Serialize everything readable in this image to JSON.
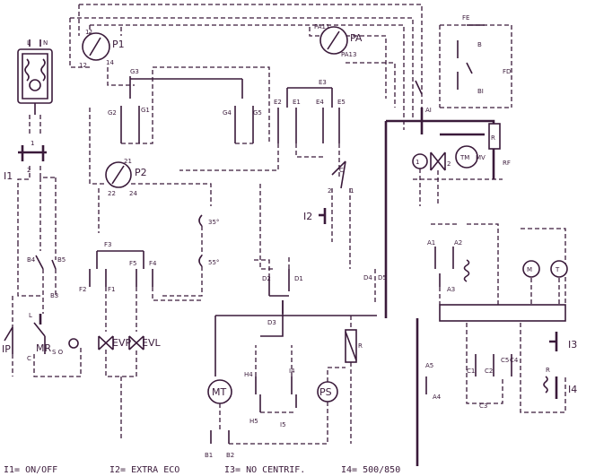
{
  "components": {
    "P1": "P1",
    "PA": "PA",
    "P2": "P2",
    "MR": "MR",
    "EVP": "EVP",
    "EVL": "EVL",
    "MT": "MT",
    "PS": "PS",
    "FE": "FE",
    "FD": "FD",
    "IP": "IP",
    "I1": "I1",
    "I2": "I2",
    "I3": "I3",
    "I4": "I4",
    "R": "R",
    "C": "C",
    "M": "M",
    "T": "T",
    "SO": "S O"
  },
  "pins": {
    "p1_11": "11",
    "p1_12": "12",
    "p1_14": "14",
    "pa_11": "PA11",
    "pa_13": "PA13",
    "p2_21": "21",
    "p2_22": "22",
    "p2_24": "24",
    "g3": "G3",
    "g2": "G2",
    "g1": "G1",
    "g4": "G4",
    "g5": "G5",
    "e3": "E3",
    "e2": "E2",
    "e1": "E1",
    "e4": "E4",
    "e5": "E5",
    "f3": "F3",
    "f2": "F2",
    "f1": "F1",
    "f5": "F5",
    "f4": "F4",
    "d2": "D2",
    "d1": "D1",
    "d3": "D3",
    "d4": "D4",
    "d5": "D5",
    "h4": "H4",
    "h5": "H5",
    "i4": "I4",
    "i5": "I5",
    "a1": "A1",
    "a2": "A2",
    "a3": "A3",
    "a4": "A4",
    "a5": "A5",
    "b1": "B1",
    "b2": "B2",
    "b3": "B3",
    "b4": "B4",
    "b5": "B5",
    "c1": "C1",
    "c2": "C2",
    "c3": "C3",
    "c4": "C4",
    "c5": "C5",
    "b": "B",
    "bi": "BI",
    "ai": "AI",
    "r": "R",
    "rf": "RF",
    "n1": "1",
    "n2": "2",
    "n1b": "1",
    "n2b": "2",
    "l": "L",
    "n": "N",
    "c": "C",
    "t35": "35°",
    "t55": "55°",
    "tmb": "TM",
    "mv": "MV"
  },
  "legend": {
    "i1": "I1= ON/OFF",
    "i2": "I2= EXTRA ECO",
    "i3": "I3= NO CENTRIF.",
    "i4": "I4= 500/850"
  }
}
